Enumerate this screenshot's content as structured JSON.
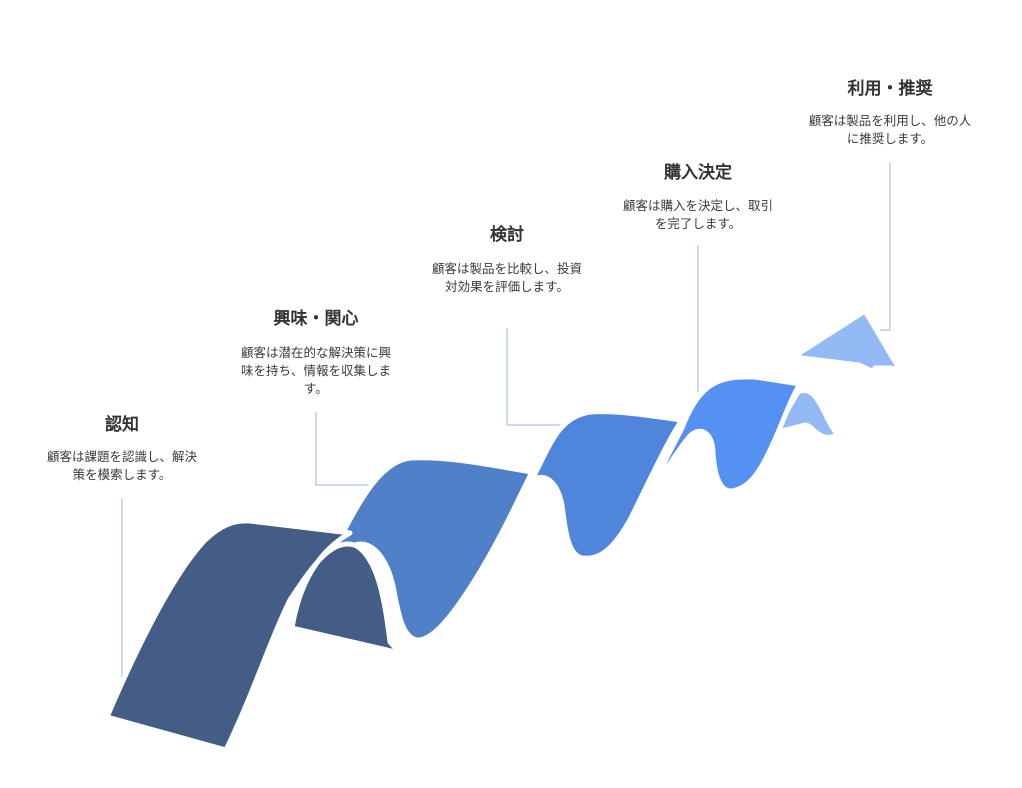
{
  "stages": [
    {
      "title": "認知",
      "description": "顧客は課題を認識し、解決策を模索します。",
      "color": "#435d87"
    },
    {
      "title": "興味・関心",
      "description": "顧客は潜在的な解決策に興味を持ち、情報を収集します。",
      "color": "#5080c8"
    },
    {
      "title": "検討",
      "description": "顧客は製品を比較し、投資対効果を評価します。",
      "color": "#4f85db"
    },
    {
      "title": "購入決定",
      "description": "顧客は購入を決定し、取引を完了します。",
      "color": "#5591f1"
    },
    {
      "title": "利用・推奨",
      "description": "顧客は製品を利用し、他の人に推奨します。",
      "color": "#94baf5"
    }
  ]
}
